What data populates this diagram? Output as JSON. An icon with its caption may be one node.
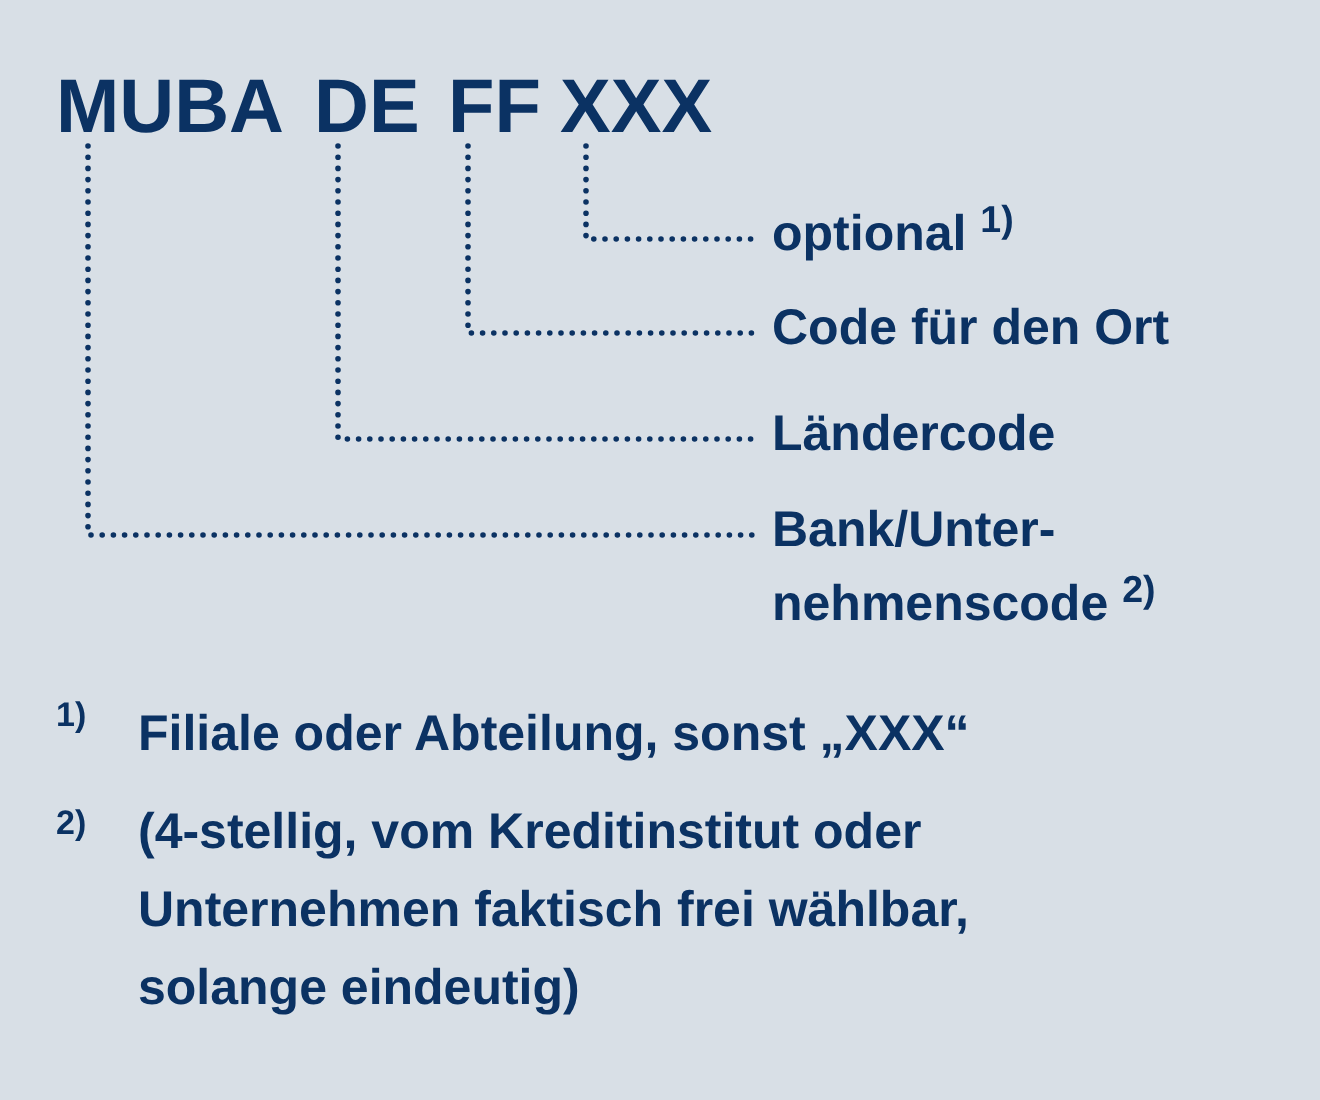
{
  "diagram": {
    "nodes": [
      {
        "text": [
          "MUBA"
        ]
      },
      {
        "text": [
          "DE"
        ]
      },
      {
        "text": [
          "FF"
        ]
      },
      {
        "text": [
          "XXX"
        ]
      },
      {
        "text": [
          "optional $^{1)}$"
        ]
      },
      {
        "text": [
          "Code für den Ort"
        ]
      },
      {
        "text": [
          "Ländercode"
        ]
      },
      {
        "text": [
          "Bank/Unter- nehmenscode $^{2)}$"
        ]
      }
    ],
    "edges": [
      {
        "from": 3,
        "to": 4,
        "arrow": "none",
        "style": "dashed"
      },
      {
        "from": 2,
        "to": 5,
        "arrow": "none",
        "style": "dashed"
      },
      {
        "from": 1,
        "to": 6,
        "arrow": "none",
        "style": "dashed"
      },
      {
        "from": 0,
        "to": 7,
        "arrow": "none",
        "style": "dashed"
      }
    ],
    "labels": [
      "1)",
      "Filiale oder Abteilung, sonst „XXX“",
      "2)",
      "(4-stellig, vom Kreditinstitut oder Unternehmen faktisch frei wählbar, solange eindeutig)"
    ]
  }
}
